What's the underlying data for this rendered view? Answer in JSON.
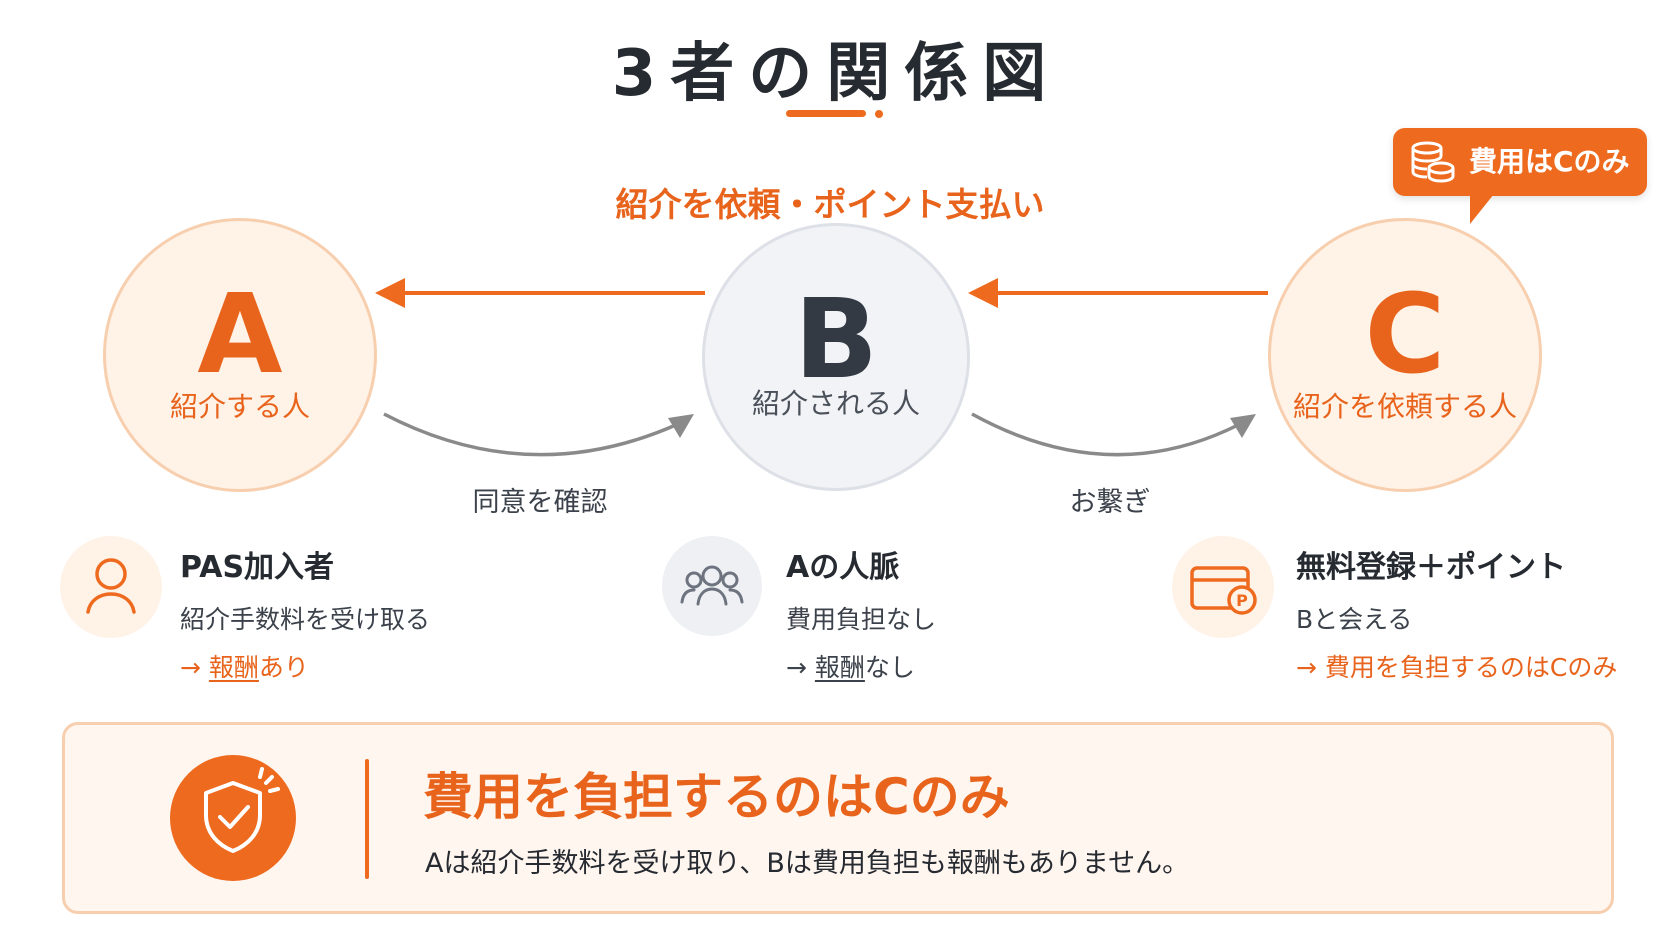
{
  "title": "3者の関係図",
  "top_flow_label": "紹介を依頼・ポイント支払い",
  "cost_badge": "費用はCのみ",
  "nodes": {
    "a": {
      "letter": "A",
      "label": "紹介する人"
    },
    "b": {
      "letter": "B",
      "label": "紹介される人"
    },
    "c": {
      "letter": "C",
      "label": "紹介を依頼する人"
    }
  },
  "edges": {
    "a_to_b": "同意を確認",
    "b_to_c": "お繋ぎ"
  },
  "info": {
    "a": {
      "title": "PAS加入者",
      "desc": "紹介手数料を受け取る",
      "arrow": "→",
      "note_u": "報酬",
      "note_rest": "あり"
    },
    "b": {
      "title": "Aの人脈",
      "desc": "費用負担なし",
      "arrow": "→",
      "note_u": "報酬",
      "note_rest": "なし"
    },
    "c": {
      "title": "無料登録＋ポイント",
      "desc": "Bと会える",
      "note": "→ 費用を負担するのはCのみ"
    }
  },
  "summary": {
    "title": "費用を負担するのはCのみ",
    "text": "Aは紹介手数料を受け取り、Bは費用負担も報酬もありません。"
  },
  "colors": {
    "accent": "#ee6a1f",
    "accent_text": "#e8641c",
    "orange_node_bg": "#fff2e7",
    "gray_node_bg": "#f1f3f6",
    "dark_text": "#262a31",
    "gray_arrow": "#8a8a8a"
  },
  "icons": {
    "badge": "coins-icon",
    "a": "person-icon",
    "b": "group-icon",
    "c": "point-card-icon",
    "summary": "shield-check-icon"
  }
}
